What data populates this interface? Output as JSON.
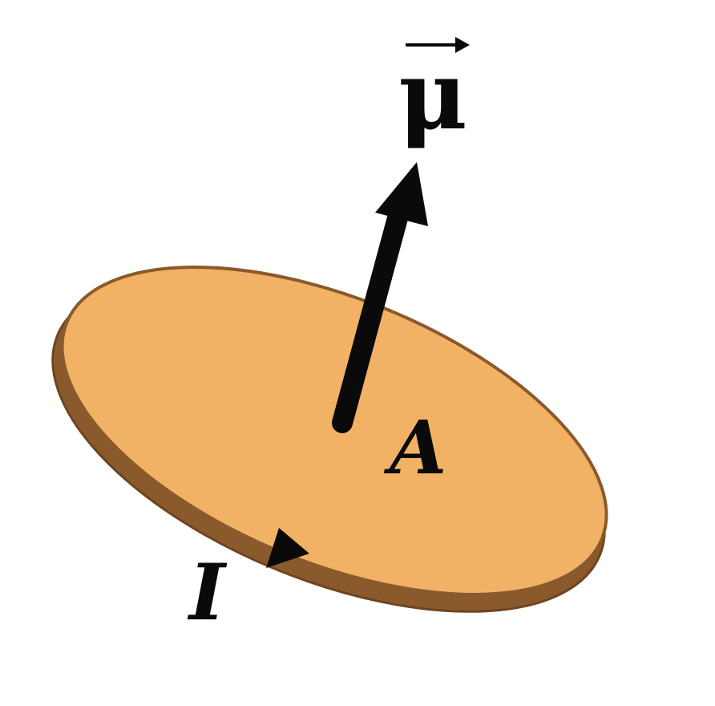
{
  "labels": {
    "moment": "μ",
    "area": "A",
    "current": "I"
  },
  "icons": {
    "moment_arrow": "arrow-up-icon",
    "vector_arrow": "arrow-right-icon",
    "current_arrow": "triangle-arrow-icon"
  },
  "colors": {
    "disk_face": "#f2b266",
    "disk_rim": "#8a5a2c",
    "disk_edge": "#6e4420",
    "arrow": "#0a0a0a",
    "text": "#0a0a0a"
  }
}
